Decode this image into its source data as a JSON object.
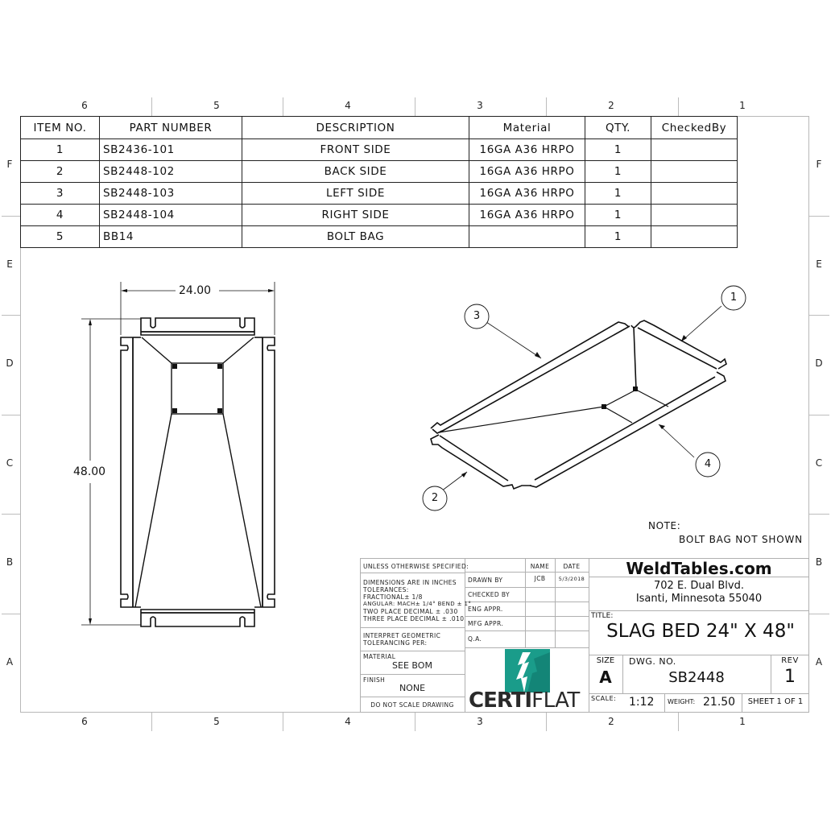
{
  "zones": {
    "columns": [
      "6",
      "5",
      "4",
      "3",
      "2",
      "1"
    ],
    "rows": [
      "F",
      "E",
      "D",
      "C",
      "B",
      "A"
    ]
  },
  "bom": {
    "headers": [
      "ITEM NO.",
      "PART NUMBER",
      "DESCRIPTION",
      "Material",
      "QTY.",
      "CheckedBy"
    ],
    "rows": [
      {
        "item": "1",
        "part": "SB2436-101",
        "desc": "FRONT SIDE",
        "material": "16GA A36 HRPO",
        "qty": "1",
        "checked": ""
      },
      {
        "item": "2",
        "part": "SB2448-102",
        "desc": "BACK SIDE",
        "material": "16GA A36 HRPO",
        "qty": "1",
        "checked": ""
      },
      {
        "item": "3",
        "part": "SB2448-103",
        "desc": "LEFT SIDE",
        "material": "16GA A36 HRPO",
        "qty": "1",
        "checked": ""
      },
      {
        "item": "4",
        "part": "SB2448-104",
        "desc": "RIGHT SIDE",
        "material": "16GA A36 HRPO",
        "qty": "1",
        "checked": ""
      },
      {
        "item": "5",
        "part": "BB14",
        "desc": "BOLT BAG",
        "material": "",
        "qty": "1",
        "checked": ""
      }
    ]
  },
  "top_view": {
    "width_dim": "24.00",
    "height_dim": "48.00"
  },
  "iso_view": {
    "balloons": [
      "1",
      "2",
      "3",
      "4"
    ]
  },
  "note": {
    "label": "NOTE:",
    "text": "BOLT BAG NOT SHOWN"
  },
  "title_block": {
    "unless": "UNLESS OTHERWISE SPECIFIED:",
    "tolerances": [
      "DIMENSIONS ARE IN INCHES",
      "TOLERANCES:",
      "FRACTIONAL± 1/8",
      "ANGULAR: MACH± 1/4° BEND ± 1°",
      "TWO PLACE DECIMAL   ± .030",
      "THREE PLACE DECIMAL  ± .010"
    ],
    "interpret": [
      "INTERPRET GEOMETRIC",
      "TOLERANCING PER:"
    ],
    "material_label": "MATERIAL",
    "material_value": "SEE BOM",
    "finish_label": "FINISH",
    "finish_value": "NONE",
    "do_not_scale": "DO NOT SCALE DRAWING",
    "approvals": {
      "name_header": "NAME",
      "date_header": "DATE",
      "rows": [
        {
          "label": "DRAWN BY",
          "name": "JCB",
          "date": "5/3/2018"
        },
        {
          "label": "CHECKED BY",
          "name": "",
          "date": ""
        },
        {
          "label": "ENG APPR.",
          "name": "",
          "date": ""
        },
        {
          "label": "MFG APPR.",
          "name": "",
          "date": ""
        },
        {
          "label": "Q.A.",
          "name": "",
          "date": ""
        }
      ]
    },
    "logo": {
      "bold": "CERTI",
      "light": "FLAT",
      "color": "#1a9c8a"
    },
    "company": "WeldTables.com",
    "address1": "702 E. Dual Blvd.",
    "address2": "Isanti, Minnesota 55040",
    "title_label": "TITLE:",
    "title": "SLAG BED 24\" X 48\"",
    "size_label": "SIZE",
    "size": "A",
    "dwg_label": "DWG.  NO.",
    "dwg_no": "SB2448",
    "rev_label": "REV",
    "rev": "1",
    "scale_label": "SCALE:",
    "scale": "1:12",
    "weight_label": "WEIGHT:",
    "weight": "21.50",
    "sheet": "SHEET 1 OF 1"
  }
}
